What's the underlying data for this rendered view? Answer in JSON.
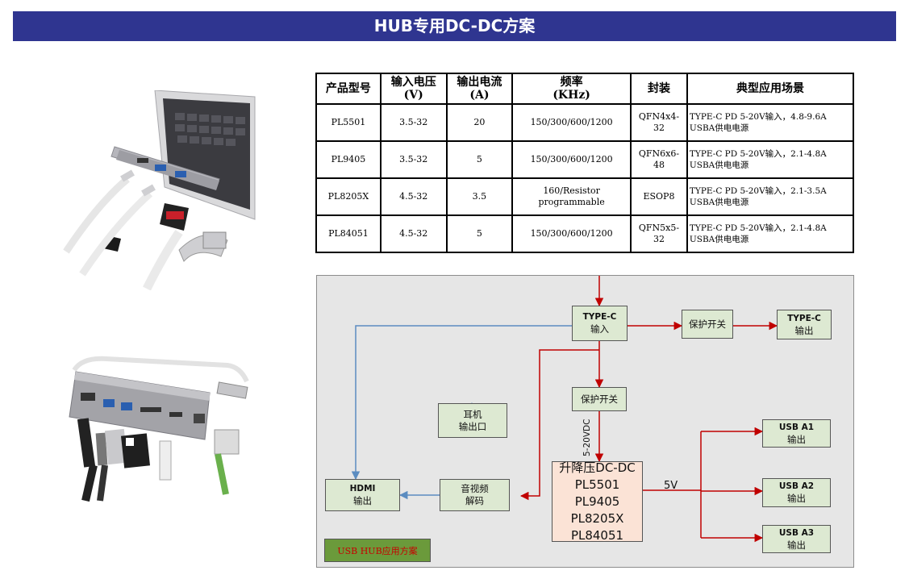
{
  "page_title": "HUB专用DC-DC方案",
  "table": {
    "headers": [
      [
        "产品型号"
      ],
      [
        "输入电压",
        "(V)"
      ],
      [
        "输出电流",
        "(A)"
      ],
      [
        "频率",
        "(KHz)"
      ],
      [
        "封装"
      ],
      [
        "典型应用场景"
      ]
    ],
    "rows": [
      [
        "PL5501",
        "3.5-32",
        "20",
        "150/300/600/1200",
        "QFN4x4-32",
        "TYPE-C PD 5-20V输入，4.8-9.6A",
        "USBA供电电源"
      ],
      [
        "PL9405",
        "3.5-32",
        "5",
        "150/300/600/1200",
        "QFN6x6-48",
        "TYPE-C PD 5-20V输入，2.1-4.8A",
        "USBA供电电源"
      ],
      [
        "PL8205X",
        "4.5-32",
        "3.5",
        "160/Resistor",
        "ESOP8",
        "TYPE-C PD 5-20V输入，2.1-3.5A",
        "USBA供电电源"
      ],
      [
        "PL84051",
        "4.5-32",
        "5",
        "150/300/600/1200",
        "QFN5x5-32",
        "TYPE-C PD 5-20V输入，2.1-4.8A",
        "USBA供电电源"
      ]
    ],
    "row3_freq_line2": "programmable"
  },
  "diagram": {
    "typec_in": [
      "TYPE-C",
      "输入"
    ],
    "protect_top": "保护开关",
    "typec_out": [
      "TYPE-C",
      "输出"
    ],
    "protect_mid": "保护开关",
    "vin_label": "5-20VDC",
    "earphone": [
      "耳机",
      "输出口"
    ],
    "converter": [
      "升降压DC-DC",
      "PL5501",
      "PL9405",
      "PL8205X",
      "PL84051"
    ],
    "v5_label": "5V",
    "hdmi": [
      "HDMI",
      "输出"
    ],
    "audio": [
      "音视频",
      "解码"
    ],
    "usb_a1": [
      "USB A1",
      "输出"
    ],
    "usb_a2": [
      "USB A2",
      "输出"
    ],
    "usb_a3": [
      "USB A3",
      "输出"
    ],
    "legend": "USB HUB应用方案"
  },
  "colors": {
    "banner": "#2f3590",
    "power_line": "#c00000",
    "signal_line": "#5b8cc0"
  }
}
